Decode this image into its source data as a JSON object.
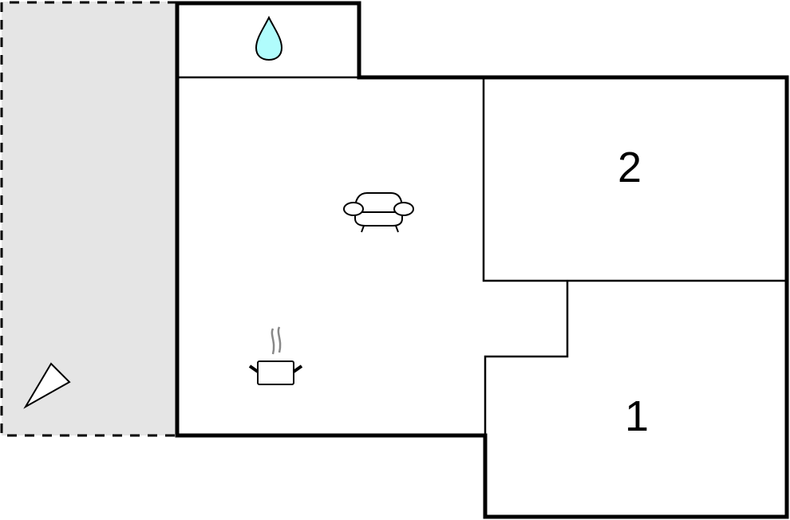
{
  "diagram": {
    "type": "floor-plan",
    "colors": {
      "wall": "#000000",
      "terrace_fill": "#e5e5e5",
      "water_drop_fill": "#b0fcfc",
      "steam": "#888888",
      "background": "#ffffff"
    },
    "areas": [
      {
        "id": "terrace",
        "kind": "outdoor-terrace",
        "icon": "view-direction-icon"
      },
      {
        "id": "bathroom",
        "kind": "bathroom",
        "icon": "water-drop-icon"
      },
      {
        "id": "living",
        "kind": "living-room",
        "icon": "sofa-icon"
      },
      {
        "id": "kitchen",
        "kind": "kitchen",
        "icon": "cooking-pot-icon"
      },
      {
        "id": "bedroom2",
        "kind": "bedroom",
        "label": "2"
      },
      {
        "id": "bedroom1",
        "kind": "bedroom",
        "label": "1"
      }
    ],
    "labels": {
      "bedroom_1": "1",
      "bedroom_2": "2"
    }
  }
}
